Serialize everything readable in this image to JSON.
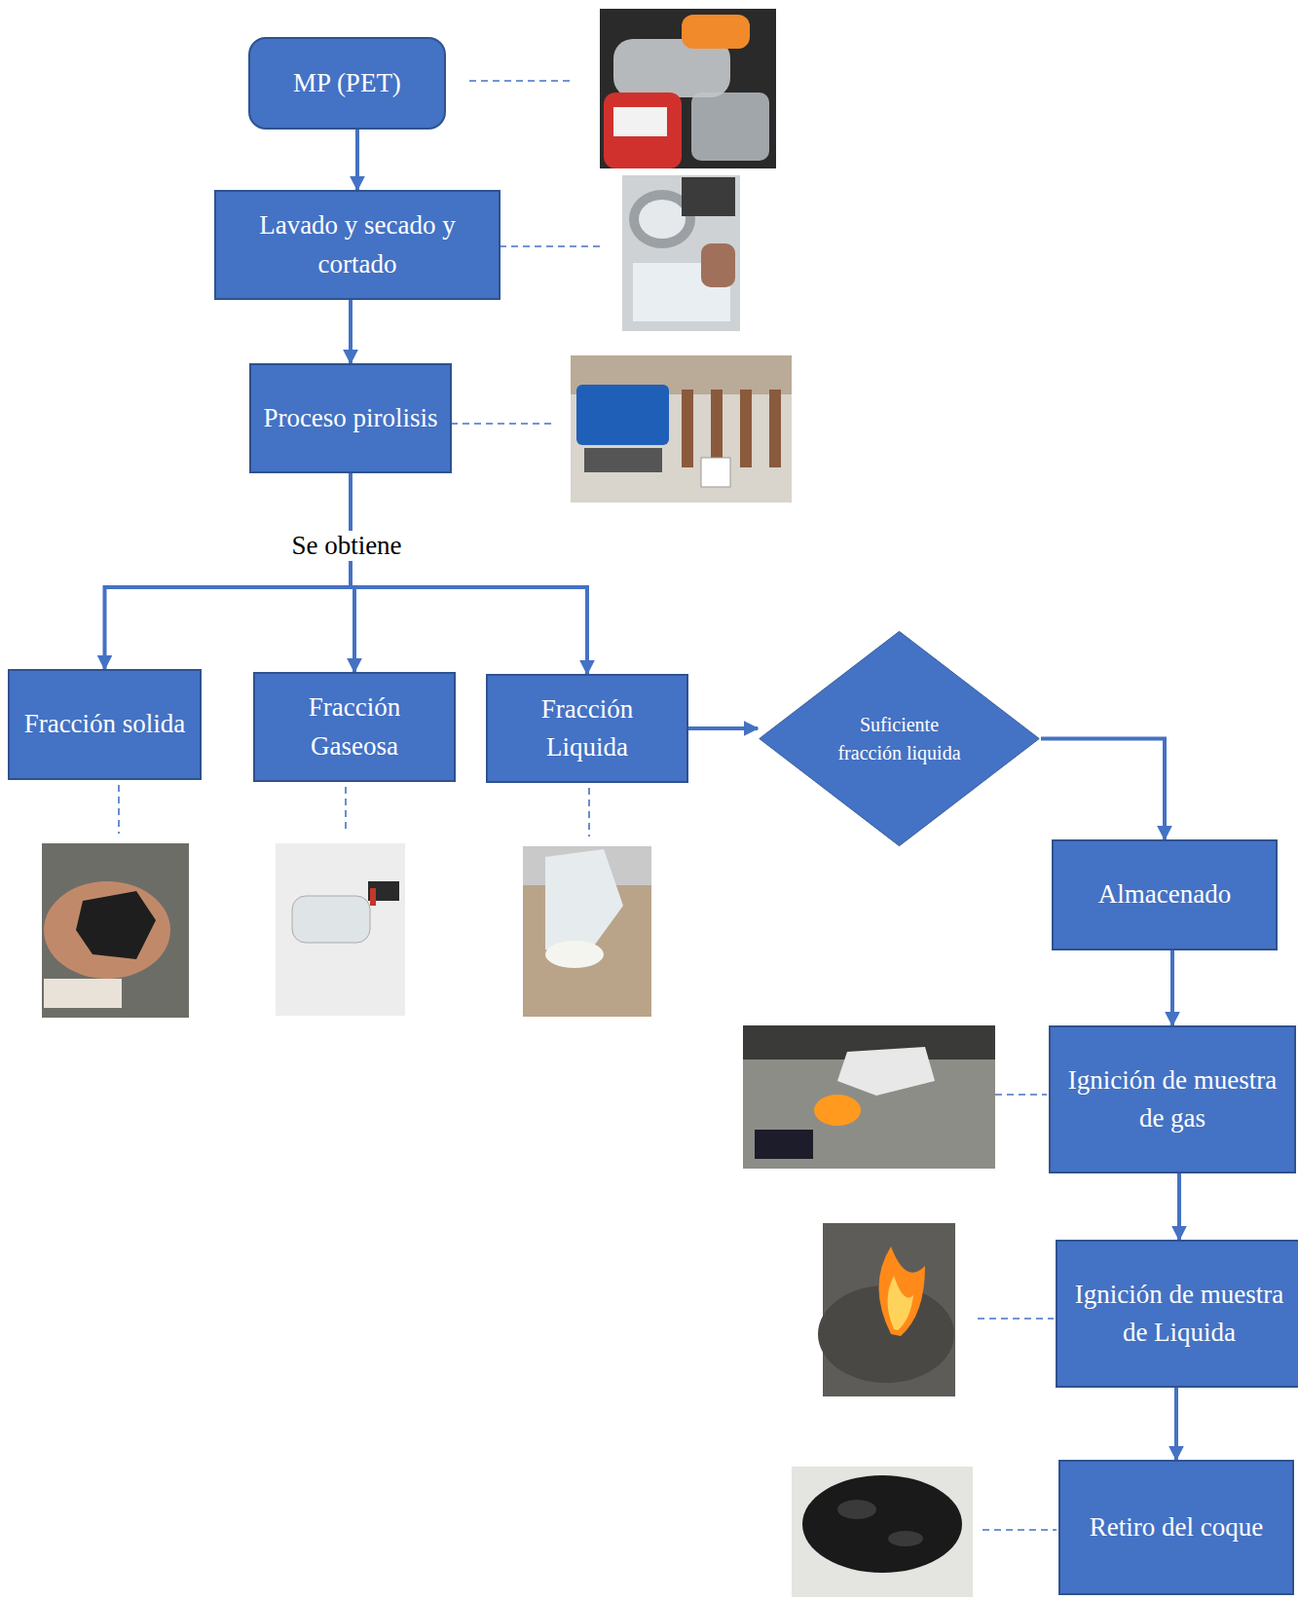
{
  "diagram": {
    "nodes": [
      {
        "text": [
          "MP (PET)"
        ]
      },
      {
        "text": [
          "Lavado y secado y cortado"
        ]
      },
      {
        "text": [
          "Proceso pirolisis"
        ]
      },
      {
        "text": [
          "Fracción solida"
        ]
      },
      {
        "text": [
          "Fracción Gaseosa"
        ]
      },
      {
        "text": [
          "Fracción Liquida"
        ]
      },
      {
        "text": [
          "Suficiente fracción liquida"
        ]
      },
      {
        "text": [
          "Almacenado"
        ]
      },
      {
        "text": [
          "Ignición de muestra de gas"
        ]
      },
      {
        "text": [
          "Ignición de muestra de Liquida"
        ]
      },
      {
        "text": [
          "Retiro del coque"
        ]
      }
    ],
    "edges": [
      {
        "from": 0,
        "to": 1,
        "arrow": "to"
      },
      {
        "from": 1,
        "to": 2,
        "arrow": "to"
      },
      {
        "from": 2,
        "to": 3,
        "arrow": "to"
      },
      {
        "from": 2,
        "to": 4,
        "arrow": "to"
      },
      {
        "from": 2,
        "to": 5,
        "arrow": "to"
      },
      {
        "from": 5,
        "to": 6,
        "arrow": "to"
      },
      {
        "from": 6,
        "to": 7,
        "arrow": "to"
      },
      {
        "from": 7,
        "to": 8,
        "arrow": "to"
      },
      {
        "from": 8,
        "to": 9,
        "arrow": "to"
      },
      {
        "from": 9,
        "to": 10,
        "arrow": "to"
      }
    ],
    "labels": [
      "Se obtiene"
    ]
  }
}
